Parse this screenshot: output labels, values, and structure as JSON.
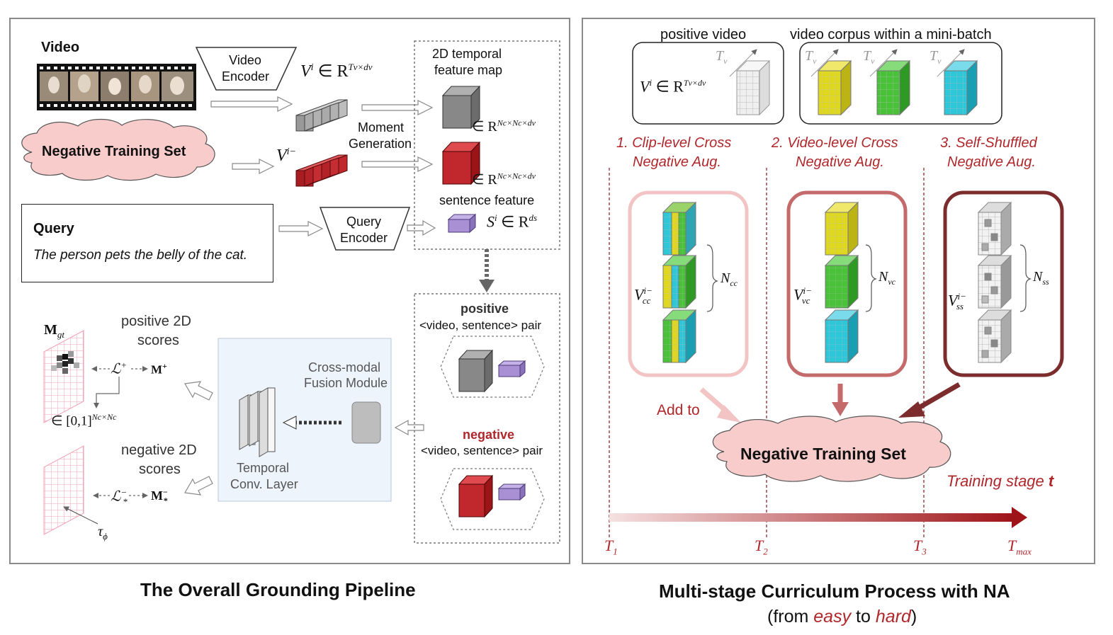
{
  "left": {
    "title": "The Overall Grounding Pipeline",
    "video_label": "Video",
    "video_encoder_line1": "Video",
    "video_encoder_line2": "Encoder",
    "vi_formula_main": "V",
    "vi_formula_sup": "i",
    "vi_formula_in": " ∈ R",
    "vi_formula_dim": "Tv×dv",
    "neg_set_label": "Negative Training Set",
    "vineg_main": "V",
    "vineg_sup": "i−",
    "moment_gen_line1": "Moment",
    "moment_gen_line2": "Generation",
    "map_title_line1": "2D temporal",
    "map_title_line2": "feature map",
    "map_dim1": "∈ R",
    "map_dim1_sup": "Nc×Nc×dv",
    "map_dim2": "∈ R",
    "map_dim2_sup": "Nc×Nc×dv",
    "sentence_feature": "sentence feature",
    "si_main": "S",
    "si_sup": "i",
    "si_in": " ∈ R",
    "si_dim": "ds",
    "query_title": "Query",
    "query_text": "The person pets the belly of the cat.",
    "query_encoder_line1": "Query",
    "query_encoder_line2": "Encoder",
    "positive_label": "positive",
    "positive_pair": "<video, sentence> pair",
    "negative_label": "negative",
    "negative_pair": "<video, sentence> pair",
    "fusion_line1": "Cross-modal",
    "fusion_line2": "Fusion Module",
    "temporal_line1": "Temporal",
    "temporal_line2": "Conv. Layer",
    "pos_scores_line1": "positive 2D",
    "pos_scores_line2": "scores",
    "neg_scores_line1": "negative 2D",
    "neg_scores_line2": "scores",
    "mgt": "M",
    "mgt_sub": "gt",
    "loss_pos": "ℒ",
    "loss_pos_sup": "+",
    "m_pos": "M",
    "m_pos_sup": "+",
    "range_text": "∈ [0,1]",
    "range_sup": "Nc×Nc",
    "loss_neg": "ℒ",
    "loss_neg_sup": "−",
    "loss_neg_sub": "*",
    "m_neg": "M",
    "m_neg_sup": "−",
    "m_neg_sub": "*",
    "tau": "τ",
    "tau_sub": "ϕ"
  },
  "right": {
    "title": "Multi-stage Curriculum Process with NA",
    "subtitle_pre": "(from ",
    "subtitle_easy": "easy",
    "subtitle_mid": " to ",
    "subtitle_hard": "hard",
    "subtitle_post": ")",
    "positive_video": "positive video",
    "video_corpus": "video corpus within a mini-batch",
    "tv": "T",
    "tv_sub": "v",
    "vi_main": "V",
    "vi_sup": "i",
    "vi_in": " ∈ R",
    "vi_dim": "Tv×dv",
    "aug1_line1": "1. Clip-level Cross",
    "aug1_line2": "Negative Aug.",
    "aug2_line1": "2. Video-level Cross",
    "aug2_line2": "Negative Aug.",
    "aug3_line1": "3. Self-Shuffled",
    "aug3_line2": "Negative Aug.",
    "vcc_main": "V",
    "vcc_sup": "i−",
    "vcc_sub": "cc",
    "ncc_main": "N",
    "ncc_sub": "cc",
    "vvc_main": "V",
    "vvc_sup": "i−",
    "vvc_sub": "vc",
    "nvc_main": "N",
    "nvc_sub": "vc",
    "vss_main": "V",
    "vss_sup": "i−",
    "vss_sub": "ss",
    "nss_main": "N",
    "nss_sub": "ss",
    "add_to": "Add to",
    "neg_set_label": "Negative Training Set",
    "training_stage": "Training stage ",
    "training_stage_var": "t",
    "t1": "T",
    "t1_sub": "1",
    "t2": "T",
    "t2_sub": "2",
    "t3": "T",
    "t3_sub": "3",
    "tmax": "T",
    "tmax_sub": "max"
  },
  "colors": {
    "accent_red": "#b0272b",
    "cloud_pink": "#f9cccc",
    "neg_cube": "#c0282d",
    "pos_cube": "#888888",
    "sentence_purple": "#a990d4",
    "yellow": "#e0d820",
    "green": "#49c23a",
    "cyan": "#2ec6d9",
    "fusion_bg": "#eef4fc"
  }
}
